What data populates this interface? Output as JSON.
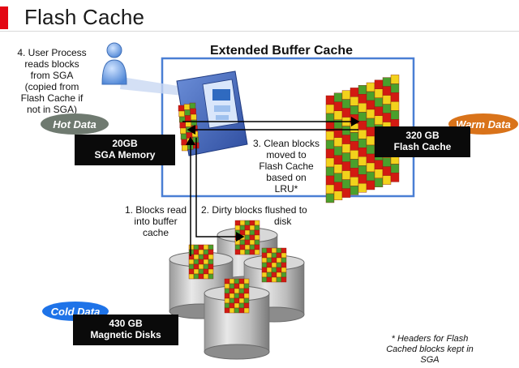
{
  "title": "Flash Cache",
  "extended_buffer_cache_label": "Extended Buffer Cache",
  "step4": {
    "lines": [
      "4. User Process",
      "reads blocks",
      "from SGA",
      "(copied from",
      "Flash Cache if",
      "not in SGA)"
    ]
  },
  "hot_data": "Hot Data",
  "warm_data": "Warm Data",
  "cold_data": "Cold Data",
  "sga": {
    "line1": "20GB",
    "line2": "SGA Memory"
  },
  "flash": {
    "line1": "320 GB",
    "line2": "Flash Cache"
  },
  "disks": {
    "line1": "430 GB",
    "line2": "Magnetic Disks"
  },
  "step3": {
    "lines": [
      "3. Clean blocks",
      "moved to",
      "Flash Cache",
      "based on",
      "LRU*"
    ]
  },
  "step1": {
    "lines": [
      "1. Blocks read",
      "into buffer",
      "cache"
    ]
  },
  "step2": {
    "lines": [
      "2. Dirty blocks flushed to",
      "disk"
    ]
  },
  "footnote": {
    "lines": [
      "* Headers for Flash",
      "Cached blocks kept in",
      "SGA"
    ]
  },
  "colors": {
    "brand_red": "#e30613",
    "block_red": "#d21a12",
    "block_yellow": "#f2d21c",
    "block_green": "#4aa02c",
    "hot_pill": "#6f7a70",
    "warm_pill": "#d9731a",
    "cold_pill": "#1e73e8",
    "frame_blue": "#4a7fd4"
  }
}
